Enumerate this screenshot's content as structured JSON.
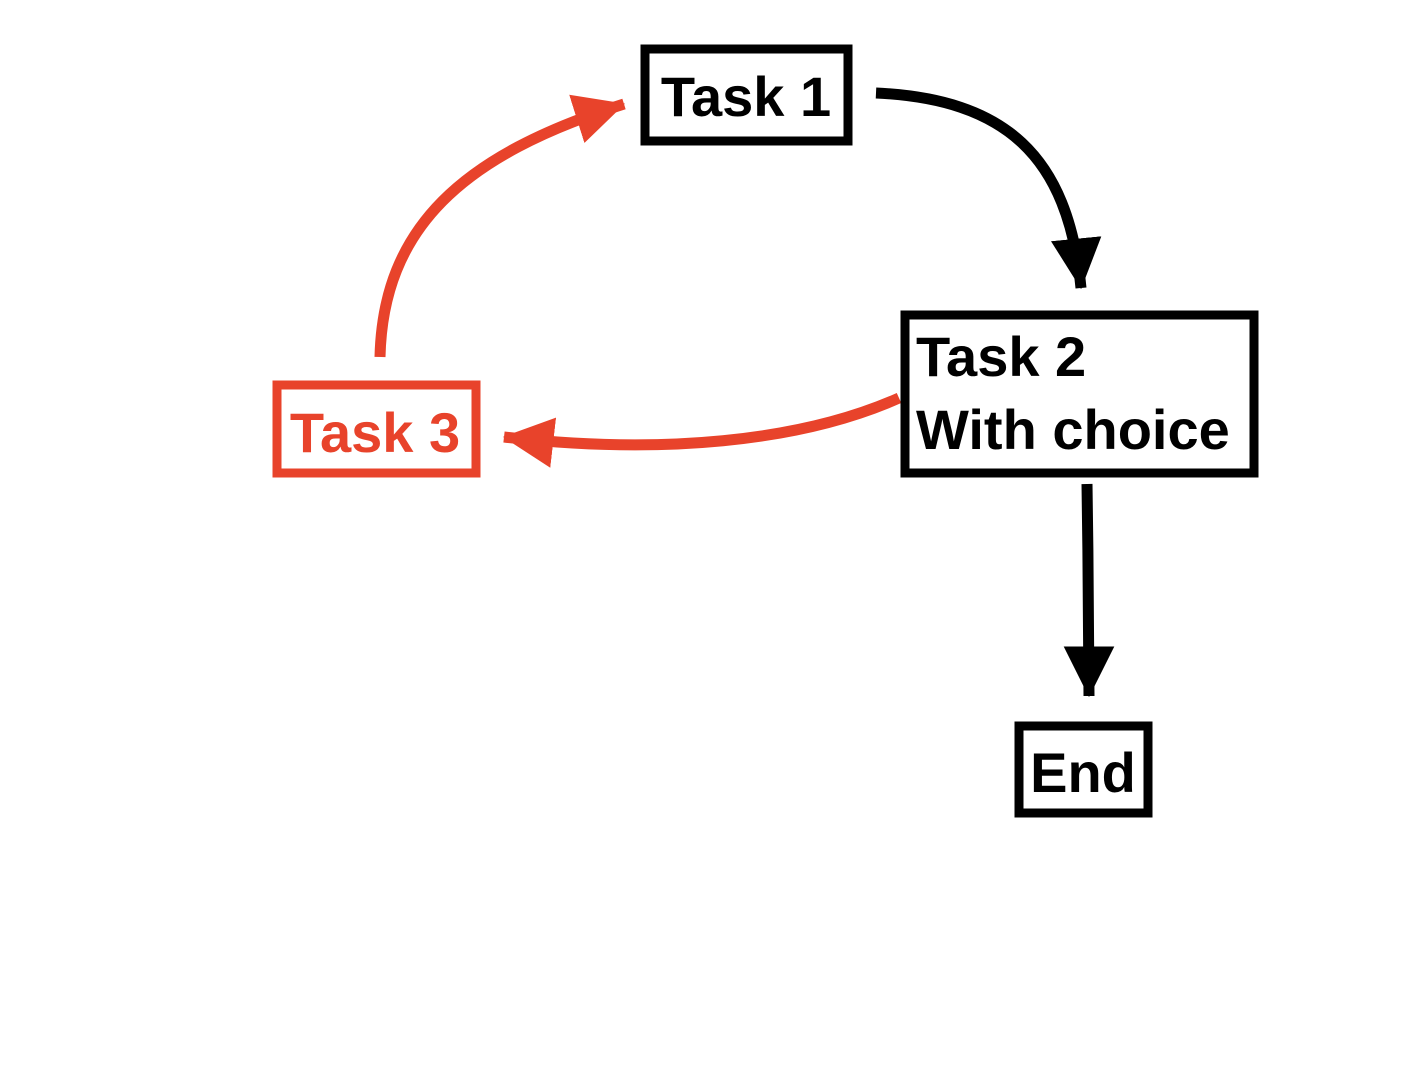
{
  "diagram": {
    "type": "flowchart",
    "background": "#FFFFFF",
    "colors": {
      "black": "#000000",
      "red": "#E8432B"
    },
    "nodes": [
      {
        "id": "task1",
        "label": "Task 1",
        "color": "black",
        "shape": "rectangle"
      },
      {
        "id": "task2",
        "lines": [
          "Task 2",
          "With choice"
        ],
        "color": "black",
        "shape": "rectangle"
      },
      {
        "id": "task3",
        "label": "Task 3",
        "color": "red",
        "shape": "rectangle"
      },
      {
        "id": "end",
        "label": "End",
        "color": "black",
        "shape": "rectangle"
      }
    ],
    "edges": [
      {
        "from": "task1",
        "to": "task2",
        "color": "black",
        "style": "curved"
      },
      {
        "from": "task2",
        "to": "task3",
        "color": "red",
        "style": "curved"
      },
      {
        "from": "task3",
        "to": "task1",
        "color": "red",
        "style": "curved"
      },
      {
        "from": "task2",
        "to": "end",
        "color": "black",
        "style": "straight"
      }
    ]
  }
}
